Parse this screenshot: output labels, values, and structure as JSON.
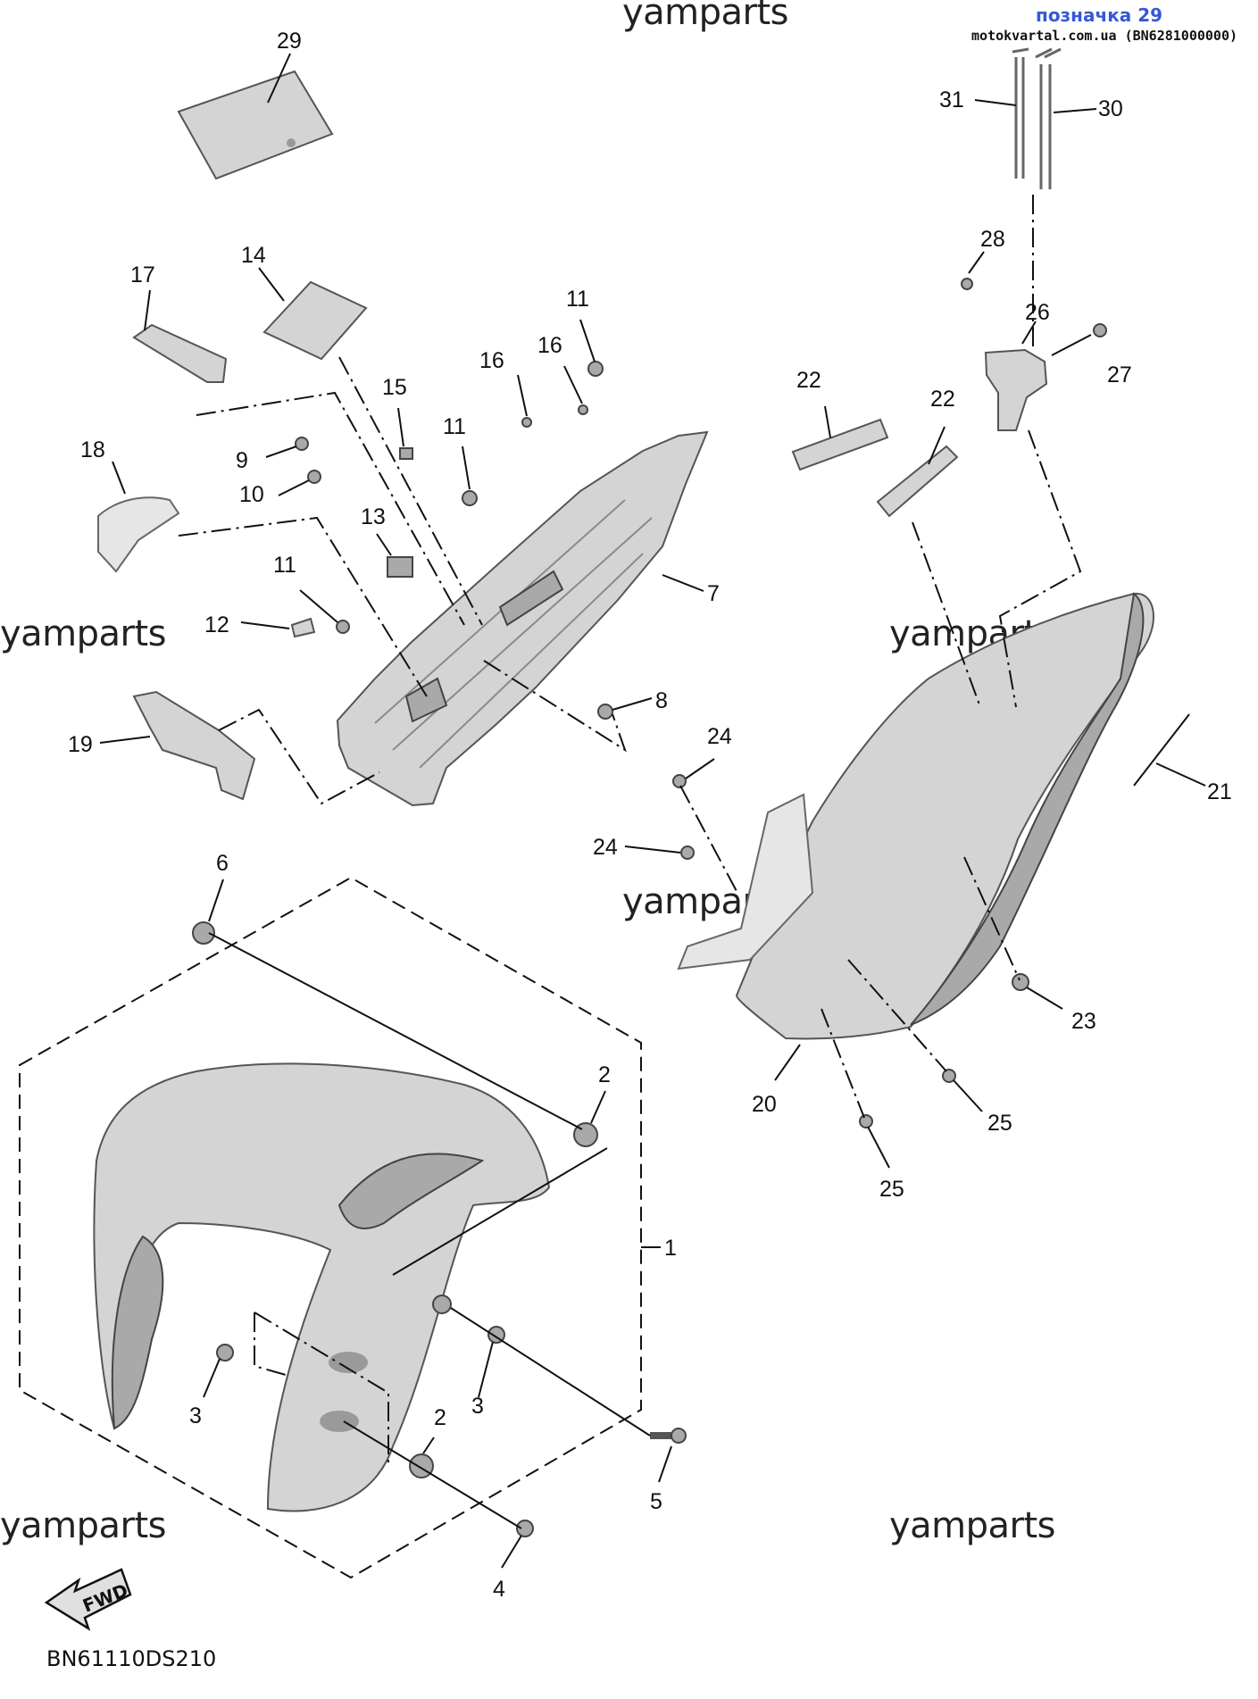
{
  "header": {
    "link_text": "позначка 29",
    "source_text": "motokvartal.com.ua (BN6281000000)"
  },
  "watermarks": [
    "yamparts",
    "yamparts",
    "yamparts",
    "yamparts",
    "yamparts",
    "yamparts"
  ],
  "diagram_code": "BN61110DS210",
  "fwd_label": "FWD",
  "callouts": [
    "29",
    "31",
    "30",
    "28",
    "26",
    "27",
    "17",
    "14",
    "11",
    "16",
    "16",
    "11",
    "15",
    "9",
    "10",
    "18",
    "13",
    "7",
    "11",
    "12",
    "8",
    "19",
    "22",
    "22",
    "21",
    "24",
    "24",
    "23",
    "6",
    "2",
    "1",
    "20",
    "25",
    "25",
    "3",
    "3",
    "2",
    "5",
    "4"
  ]
}
